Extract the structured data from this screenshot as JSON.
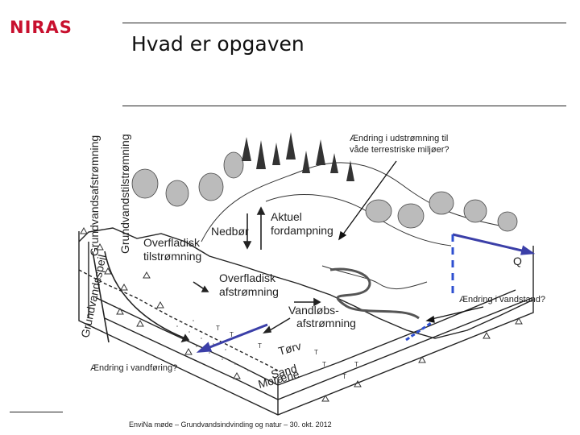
{
  "logo": {
    "text": "NIRAS",
    "color": "#c8102e"
  },
  "slide": {
    "title": "Hvad er opgaven"
  },
  "diagram": {
    "labels": {
      "grundvandsafstromning": "Grundvandsafstrømning",
      "grundvandstilstromning": "Grundvandstilstrømning",
      "grundvandsspejl": "Grundvandsspejl",
      "nedbor": "Nedbør",
      "aktuel_fordampning_1": "Aktuel",
      "aktuel_fordampning_2": "fordampning",
      "overfladisk_tilstromning_1": "Overfladisk",
      "overfladisk_tilstromning_2": "tilstrømning",
      "overfladisk_afstromning_1": "Overfladisk",
      "overfladisk_afstromning_2": "afstrømning",
      "vandlobs_afstromning_1": "Vandløbs-",
      "vandlobs_afstromning_2": "afstrømning",
      "torv": "Tørv",
      "sand": "Sand",
      "moraene": "Moræne",
      "q": "Q"
    }
  },
  "annotations": {
    "udstromning_1": "Ændring i udstrømning til",
    "udstromning_2": "våde terrestriske miljøer?",
    "vandstand": "Ændring i vandstand?",
    "vandforing": "Ændring i vandføring?"
  },
  "colors": {
    "arrow_blue": "#3b3fa8",
    "dashed_blue": "#2e4fd0"
  },
  "footer": {
    "text": "EnviNa møde – Grundvandsindvinding og natur – 30. okt. 2012"
  }
}
